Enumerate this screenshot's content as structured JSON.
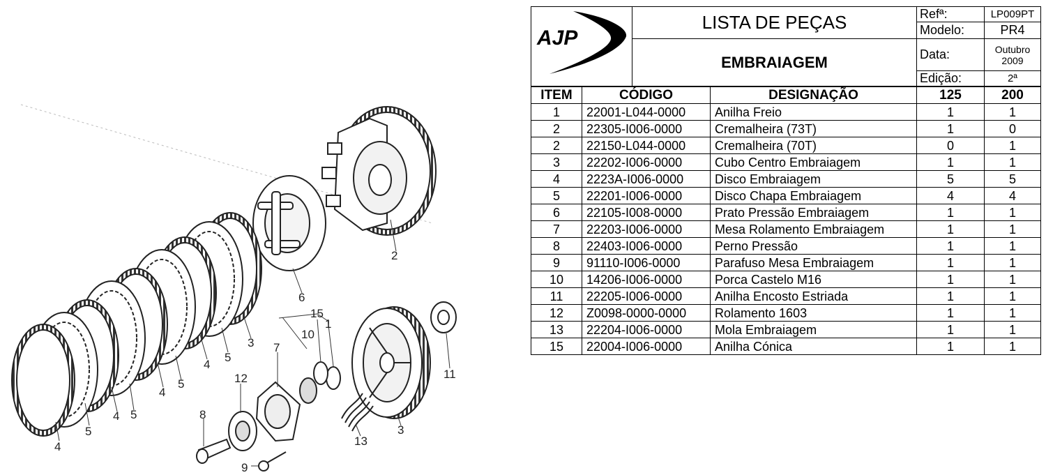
{
  "header": {
    "logo_text": "AJP",
    "title": "LISTA DE PEÇAS",
    "subtitle": "EMBRAIAGEM",
    "ref_label": "Refª:",
    "ref_value": "LP009PT",
    "model_label": "Modelo:",
    "model_value": "PR4",
    "date_label": "Data:",
    "date_value_line1": "Outubro",
    "date_value_line2": "2009",
    "edition_label": "Edição:",
    "edition_value": "2ª"
  },
  "parts_table": {
    "columns": [
      "ITEM",
      "CÓDIGO",
      "DESIGNAÇÃO",
      "125",
      "200"
    ],
    "rows": [
      [
        "1",
        "22001-L044-0000",
        "Anilha Freio",
        "1",
        "1"
      ],
      [
        "2",
        "22305-I006-0000",
        "Cremalheira (73T)",
        "1",
        "0"
      ],
      [
        "2",
        "22150-L044-0000",
        "Cremalheira (70T)",
        "0",
        "1"
      ],
      [
        "3",
        "22202-I006-0000",
        "Cubo Centro Embraiagem",
        "1",
        "1"
      ],
      [
        "4",
        "2223A-I006-0000",
        "Disco Embraiagem",
        "5",
        "5"
      ],
      [
        "5",
        "22201-I006-0000",
        "Disco Chapa Embraiagem",
        "4",
        "4"
      ],
      [
        "6",
        "22105-I008-0000",
        "Prato Pressão Embraiagem",
        "1",
        "1"
      ],
      [
        "7",
        "22203-I006-0000",
        "Mesa Rolamento Embraiagem",
        "1",
        "1"
      ],
      [
        "8",
        "22403-I006-0000",
        "Perno Pressão",
        "1",
        "1"
      ],
      [
        "9",
        "91110-I006-0000",
        "Parafuso Mesa Embraiagem",
        "1",
        "1"
      ],
      [
        "10",
        "14206-I006-0000",
        "Porca Castelo M16",
        "1",
        "1"
      ],
      [
        "11",
        "22205-I006-0000",
        "Anilha Encosto Estriada",
        "1",
        "1"
      ],
      [
        "12",
        "Z0098-0000-0000",
        "Rolamento 1603",
        "1",
        "1"
      ],
      [
        "13",
        "22204-I006-0000",
        "Mola Embraiagem",
        "1",
        "1"
      ],
      [
        "15",
        "22004-I006-0000",
        "Anilha Cónica",
        "1",
        "1"
      ]
    ]
  },
  "diagram": {
    "callouts": [
      "1",
      "2",
      "3",
      "4",
      "4",
      "4",
      "4",
      "5",
      "5",
      "5",
      "5",
      "6",
      "7",
      "8",
      "9",
      "10",
      "11",
      "12",
      "13",
      "15"
    ]
  }
}
